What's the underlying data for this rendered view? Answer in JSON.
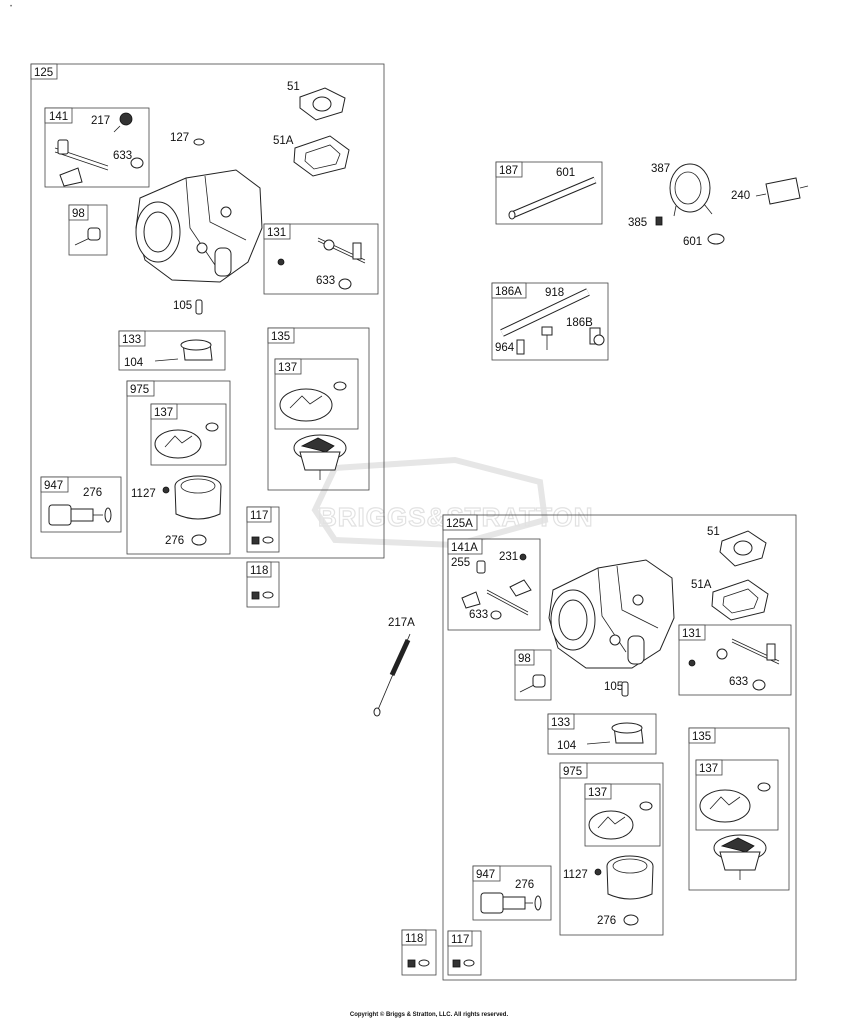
{
  "watermark": "BRIGGS&STRATTON",
  "copyright": "Copyright © Briggs & Stratton, LLC. All rights reserved.",
  "corner_mark": "•",
  "groups": {
    "g125": "125",
    "g141": "141",
    "g98": "98",
    "g131": "131",
    "g133": "133",
    "g135": "135",
    "g137a": "137",
    "g975": "975",
    "g137b": "137",
    "g947": "947",
    "g117": "117",
    "g118": "118",
    "g187": "187",
    "g186A": "186A",
    "g125A": "125A",
    "g141A": "141A",
    "g98b": "98",
    "g131b": "131",
    "g133b": "133",
    "g135b": "135",
    "g137c": "137",
    "g975b": "975",
    "g137d": "137",
    "g947b": "947",
    "g118b": "118",
    "g117b": "117"
  },
  "labels": {
    "l217": "217",
    "l633a": "633",
    "l127": "127",
    "l51": "51",
    "l51A": "51A",
    "l633b": "633",
    "l105": "105",
    "l104": "104",
    "l276a": "276",
    "l1127": "1127",
    "l276b": "276",
    "l601a": "601",
    "l387": "387",
    "l240": "240",
    "l385": "385",
    "l601b": "601",
    "l918": "918",
    "l186B": "186B",
    "l964": "964",
    "l217A": "217A",
    "l231": "231",
    "l255": "255",
    "l633c": "633",
    "l51b": "51",
    "l51Ab": "51A",
    "l105b": "105",
    "l633d": "633",
    "l104b": "104",
    "l1127b": "1127",
    "l276c": "276",
    "l276d": "276"
  }
}
